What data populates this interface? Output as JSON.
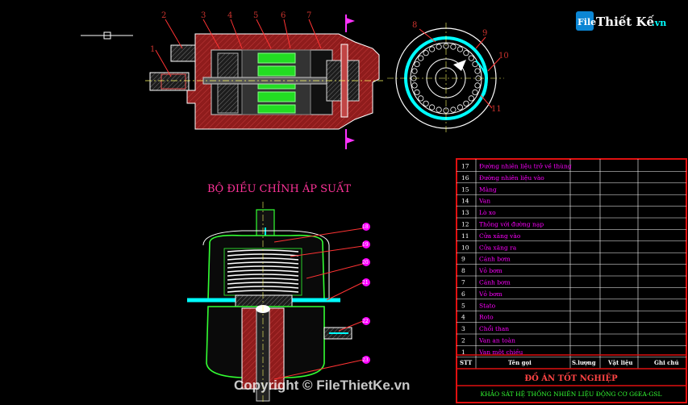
{
  "logo": {
    "brand_a": "File",
    "brand_b": "Thiết Kế",
    "brand_c": ".vn"
  },
  "section_title": "BỘ ĐIỀU CHỈNH ÁP SUẤT",
  "watermark": "Copyright © FileThietKe.vn",
  "top_callouts": [
    "1",
    "2",
    "3",
    "4",
    "5",
    "6",
    "7"
  ],
  "pump_callouts": [
    "8",
    "9",
    "10",
    "11"
  ],
  "regulator_callouts": [
    "18",
    "19",
    "20",
    "21",
    "22",
    "23"
  ],
  "parts_table": {
    "rows": [
      {
        "no": "17",
        "name": "Đường nhiên liệu trở về thùng"
      },
      {
        "no": "16",
        "name": "Đường nhiên liệu vào"
      },
      {
        "no": "15",
        "name": "Màng"
      },
      {
        "no": "14",
        "name": "Van"
      },
      {
        "no": "13",
        "name": "Lò xo"
      },
      {
        "no": "12",
        "name": "Thông với đường nạp"
      },
      {
        "no": "11",
        "name": "Cửa xăng vào"
      },
      {
        "no": "10",
        "name": "Cửa xăng ra"
      },
      {
        "no": "9",
        "name": "Cánh bơm"
      },
      {
        "no": "8",
        "name": "Vỏ bơm"
      },
      {
        "no": "7",
        "name": "Cánh bơm"
      },
      {
        "no": "6",
        "name": "Vỏ bơm"
      },
      {
        "no": "5",
        "name": "Stato"
      },
      {
        "no": "4",
        "name": "Roto"
      },
      {
        "no": "3",
        "name": "Chổi than"
      },
      {
        "no": "2",
        "name": "Van an toàn"
      },
      {
        "no": "1",
        "name": "Van một chiều"
      }
    ],
    "header": {
      "stt": "STT",
      "name": "Tên gọi",
      "qty": "S.lượng",
      "material": "Vật liệu",
      "note": "Ghi chú"
    },
    "title": "ĐỒ ÁN TỐT NGHIỆP",
    "subtitle": "KHẢO SÁT HỆ THỐNG NHIÊN LIỆU ĐỘNG CƠ G6EA-GSL"
  },
  "colors": {
    "background": "#000000",
    "frame_red": "#e01010",
    "table_text": "#ff00ff",
    "section_green": "#33ff33",
    "body_red": "#a02020",
    "cyan": "#00ffff",
    "magenta": "#ff00ff",
    "yellow": "#ffff00",
    "label_brown": "#c8322d"
  }
}
